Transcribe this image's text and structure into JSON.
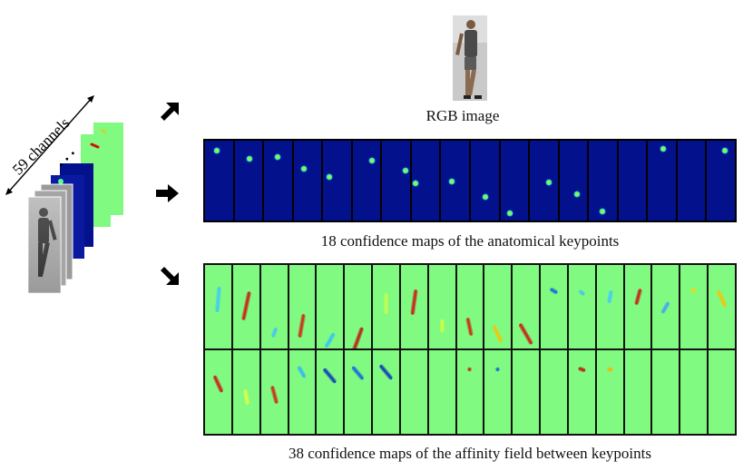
{
  "captions": {
    "rgb": "RGB image",
    "confidence": "18 confidence maps of the anatomical keypoints",
    "affinity": "38 confidence maps of the affinity field between keypoints",
    "channels": "59 channels"
  },
  "stack_ellipsis": "• • •",
  "colors": {
    "confidence_bg": "#03128c",
    "affinity_bg": "#80fa80",
    "frame": "#000000"
  },
  "icons": [
    "arrow-up-right-icon",
    "arrow-right-icon",
    "arrow-down-right-icon",
    "double-arrow-icon"
  ],
  "confidence_maps": [
    {
      "kx": 0.3,
      "ky": 0.12
    },
    {
      "kx": 0.4,
      "ky": 0.23
    },
    {
      "kx": 0.35,
      "ky": 0.21
    },
    {
      "kx": 0.25,
      "ky": 0.35
    },
    {
      "kx": 0.1,
      "ky": 0.45
    },
    {
      "kx": 0.55,
      "ky": 0.25
    },
    {
      "kx": 0.7,
      "ky": 0.38
    },
    {
      "kx": 0.0,
      "ky": 0.53
    },
    {
      "kx": 0.25,
      "ky": 0.51
    },
    {
      "kx": 0.4,
      "ky": 0.7
    },
    {
      "kx": 0.2,
      "ky": 0.91
    },
    {
      "kx": 0.55,
      "ky": 0.52
    },
    {
      "kx": 0.5,
      "ky": 0.67
    },
    {
      "kx": 0.35,
      "ky": 0.89
    },
    {
      "kx": null,
      "ky": null
    },
    {
      "kx": 0.4,
      "ky": 0.1
    },
    {
      "kx": null,
      "ky": null
    },
    {
      "kx": 0.5,
      "ky": 0.13
    }
  ],
  "affinity_maps": [
    {
      "ky": 0.3,
      "len": 0.3,
      "angle": 5,
      "color": "#3cc8ff"
    },
    {
      "ky": 0.38,
      "len": 0.35,
      "angle": 12,
      "color": "#d01010"
    },
    {
      "ky": 0.7,
      "len": 0.12,
      "angle": 20,
      "color": "#40c0ff"
    },
    {
      "ky": 0.62,
      "len": 0.28,
      "angle": 10,
      "color": "#d02010"
    },
    {
      "ky": 0.8,
      "len": 0.2,
      "angle": 30,
      "color": "#30c0ff"
    },
    {
      "ky": 0.78,
      "len": 0.3,
      "angle": 20,
      "color": "#c01010"
    },
    {
      "ky": 0.35,
      "len": 0.25,
      "angle": 0,
      "color": "#c8ff50"
    },
    {
      "ky": 0.33,
      "len": 0.3,
      "angle": 8,
      "color": "#d01010"
    },
    {
      "ky": 0.62,
      "len": 0.15,
      "angle": 0,
      "color": "#d8ff40"
    },
    {
      "ky": 0.63,
      "len": 0.22,
      "angle": -12,
      "color": "#d02010"
    },
    {
      "ky": 0.72,
      "len": 0.22,
      "angle": -25,
      "color": "#ffc000"
    },
    {
      "ky": 0.72,
      "len": 0.28,
      "angle": -30,
      "color": "#d01010"
    },
    {
      "ky": 0.2,
      "len": 0.1,
      "angle": -60,
      "color": "#1060e0"
    },
    {
      "ky": 0.22,
      "len": 0.08,
      "angle": -50,
      "color": "#40c0ff"
    },
    {
      "ky": 0.27,
      "len": 0.15,
      "angle": 10,
      "color": "#40c8ff"
    },
    {
      "ky": 0.27,
      "len": 0.2,
      "angle": 15,
      "color": "#d01010"
    },
    {
      "ky": 0.4,
      "len": 0.15,
      "angle": 30,
      "color": "#40a0ff"
    },
    {
      "ky": 0.2,
      "len": 0.07,
      "angle": -50,
      "color": "#ffd000"
    },
    {
      "ky": 0.3,
      "len": 0.22,
      "angle": -25,
      "color": "#ffc000"
    },
    {
      "ky": 0.3,
      "len": 0.22,
      "angle": -25,
      "color": "#d01010"
    },
    {
      "ky": 0.45,
      "len": 0.18,
      "angle": -10,
      "color": "#e8ff40"
    },
    {
      "ky": 0.42,
      "len": 0.22,
      "angle": -15,
      "color": "#d02010"
    },
    {
      "ky": 0.15,
      "len": 0.15,
      "angle": -30,
      "color": "#30b0ff"
    },
    {
      "ky": 0.2,
      "len": 0.22,
      "angle": -40,
      "color": "#0830c0"
    },
    {
      "ky": 0.16,
      "len": 0.2,
      "angle": -40,
      "color": "#1060e0"
    },
    {
      "ky": 0.15,
      "len": 0.22,
      "angle": -40,
      "color": "#0830c0"
    },
    {
      "ky": null,
      "len": 0,
      "angle": 0,
      "color": "#80fa80"
    },
    {
      "ky": null,
      "len": 0,
      "angle": 0,
      "color": "#80fa80"
    },
    {
      "ky": 0.12,
      "len": 0.05,
      "angle": 0,
      "color": "#d02010"
    },
    {
      "ky": 0.12,
      "len": 0.05,
      "angle": 0,
      "color": "#1060e0"
    },
    {
      "ky": null,
      "len": 0,
      "angle": 0,
      "color": "#80fa80"
    },
    {
      "ky": null,
      "len": 0,
      "angle": 0,
      "color": "#80fa80"
    },
    {
      "ky": 0.12,
      "len": 0.09,
      "angle": -70,
      "color": "#c01010"
    },
    {
      "ky": 0.12,
      "len": 0.07,
      "angle": -70,
      "color": "#ffb000"
    },
    {
      "ky": null,
      "len": 0,
      "angle": 0,
      "color": "#80fa80"
    },
    {
      "ky": null,
      "len": 0,
      "angle": 0,
      "color": "#80fa80"
    },
    {
      "ky": null,
      "len": 0,
      "angle": 0,
      "color": "#80fa80"
    },
    {
      "ky": null,
      "len": 0,
      "angle": 0,
      "color": "#80fa80"
    }
  ]
}
